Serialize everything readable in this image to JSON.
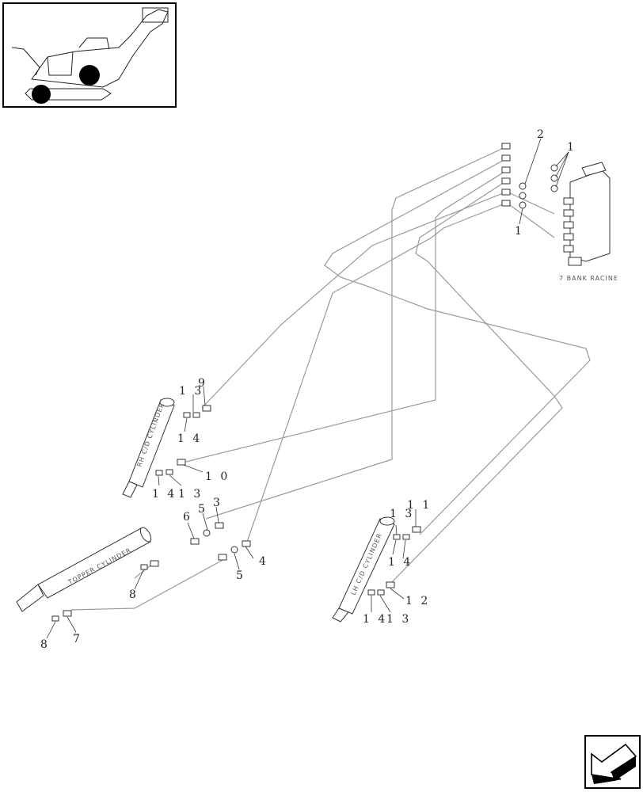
{
  "diagram": {
    "valve_label": "7 BANK RACINE",
    "cylinders": {
      "rh": "RH C/D CYLINDER",
      "lh": "LH C/D CYLINDER",
      "topper": "TOPPER CYLINDER"
    },
    "callouts": {
      "c1a": "1",
      "c1b": "1",
      "c2": "2",
      "c3a": "3",
      "c4": "4",
      "c5a": "5",
      "c5b": "5",
      "c6": "6",
      "c7": "7",
      "c8a": "8",
      "c8b": "8",
      "c9": "9",
      "c10": "1 0",
      "c11": "1 1",
      "c12": "1 2",
      "c13a": "1 3",
      "c13b": "1 3",
      "c13c": "1 3",
      "c13d": "1 3",
      "c14a": "1 4",
      "c14b": "1 4",
      "c14c": "1 4",
      "c14d": "1 4"
    }
  }
}
